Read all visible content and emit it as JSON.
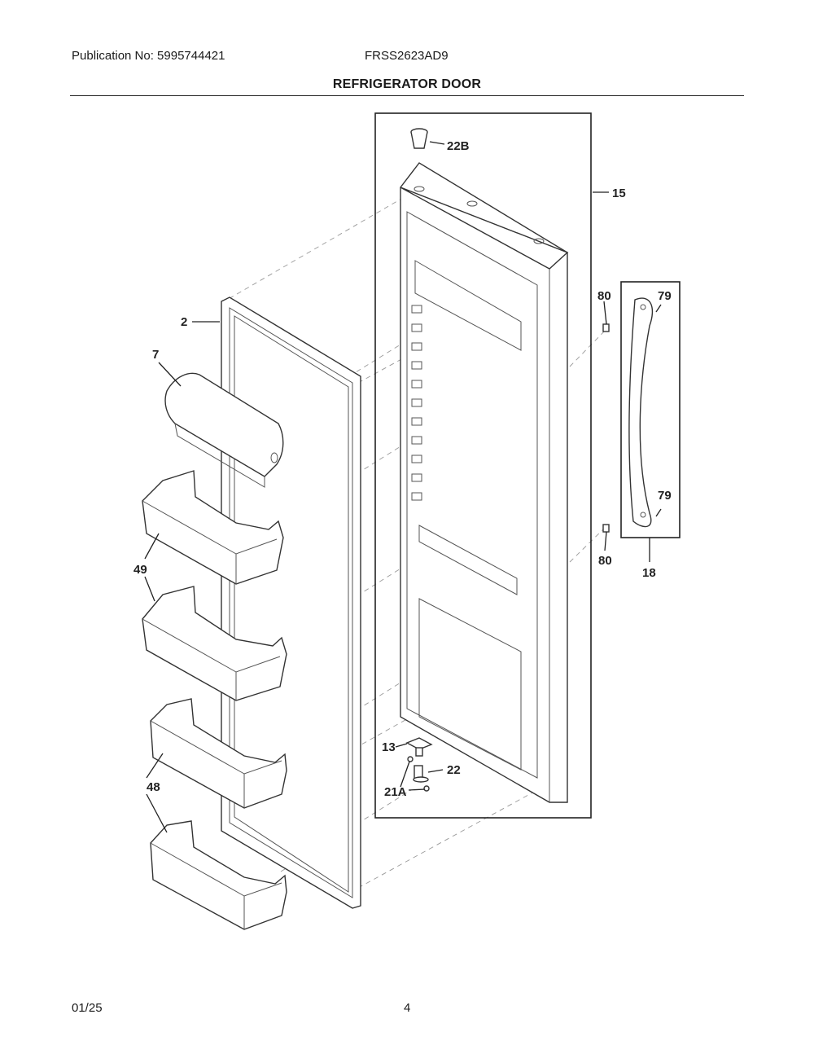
{
  "header": {
    "publication": "Publication No: 5995744421",
    "model": "FRSS2623AD9",
    "title": "REFRIGERATOR DOOR"
  },
  "footer": {
    "date": "01/25",
    "page": "4"
  },
  "callouts": {
    "c22B": "22B",
    "c15": "15",
    "c2": "2",
    "c7": "7",
    "c80a": "80",
    "c79a": "79",
    "c79b": "79",
    "c80b": "80",
    "c18": "18",
    "c49": "49",
    "c48": "48",
    "c13": "13",
    "c22": "22",
    "c21A": "21A"
  }
}
